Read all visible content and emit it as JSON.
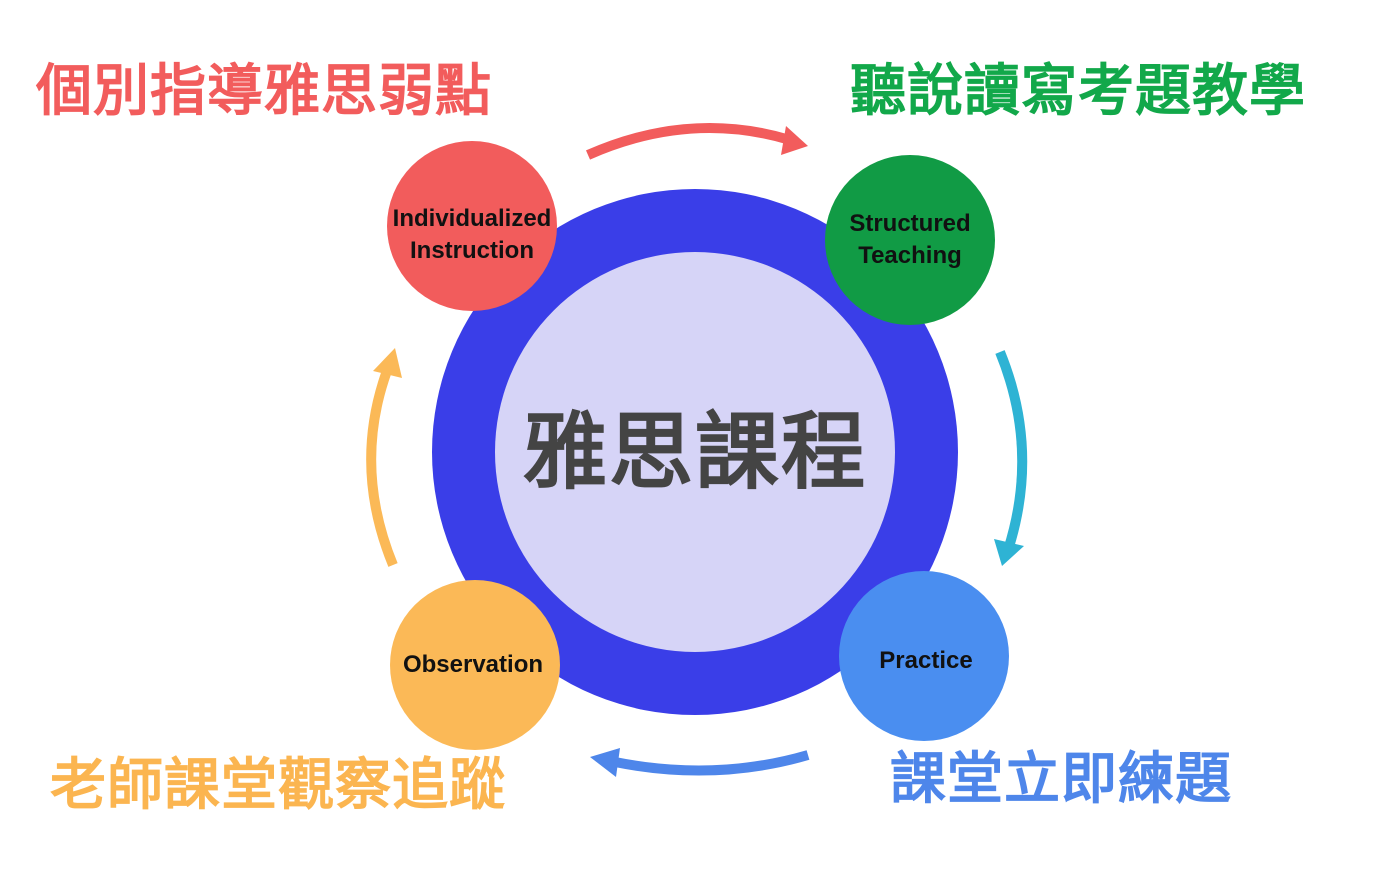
{
  "diagram": {
    "center": {
      "title": "雅思課程",
      "ring_color": "#3a3ee8",
      "inner_color": "#d6d4f7"
    },
    "nodes": [
      {
        "id": "individualized",
        "line1": "Individualized",
        "line2": "Instruction",
        "color": "#f25c5c"
      },
      {
        "id": "structured",
        "line1": "Structured",
        "line2": "Teaching",
        "color": "#119b45"
      },
      {
        "id": "practice",
        "line1": "Practice",
        "line2": "",
        "color": "#4a8ef0"
      },
      {
        "id": "observation",
        "line1": "Observation",
        "line2": "",
        "color": "#fbb957"
      }
    ],
    "labels": {
      "top_left": "個別指導雅思弱點",
      "top_right": "聽說讀寫考題教學",
      "bottom_right": "課堂立即練題",
      "bottom_left": "老師課堂觀察追蹤"
    },
    "arrows": [
      {
        "from": "individualized",
        "to": "structured",
        "color": "#f25c5c"
      },
      {
        "from": "structured",
        "to": "practice",
        "color": "#2eb3d4"
      },
      {
        "from": "practice",
        "to": "observation",
        "color": "#4e86ea"
      },
      {
        "from": "observation",
        "to": "individualized",
        "color": "#fbb957"
      }
    ]
  }
}
